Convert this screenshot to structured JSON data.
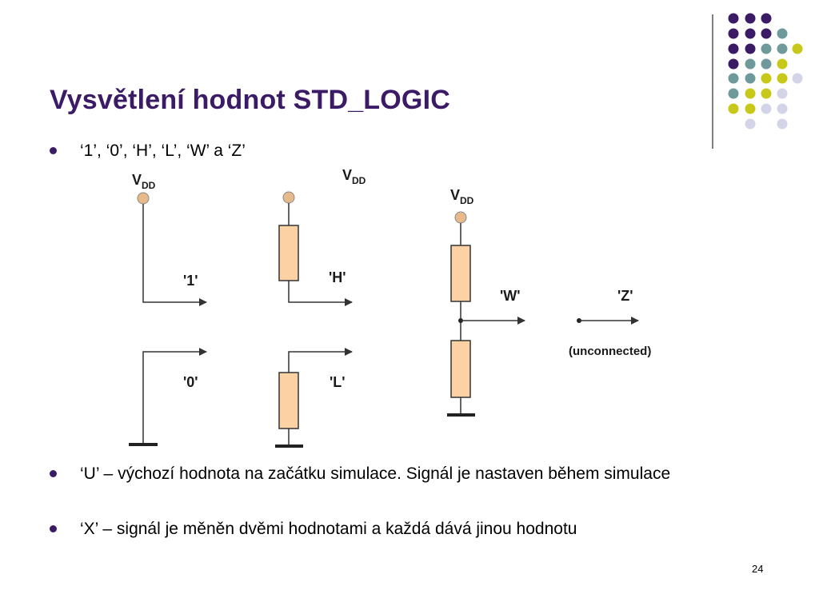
{
  "slide": {
    "title": "Vysvětlení hodnot STD_LOGIC",
    "page_number": "24"
  },
  "bullets": [
    "‘1’, ‘0’, ‘H’, ‘L’, ‘W’ a ‘Z’",
    "‘U’ – výchozí hodnota na začátku simulace. Signál je nastaven během simulace",
    "‘X’ – signál je měněn dvěmi hodnotami a každá dává jinou hodnotu"
  ],
  "diagram": {
    "vdd_main": "V",
    "vdd_sub": "DD",
    "label_1": "'1'",
    "label_h": "'H'",
    "label_0": "'0'",
    "label_l": "'L'",
    "label_w": "'W'",
    "label_z": "'Z'",
    "unconnected": "(unconnected)",
    "colors": {
      "resistor_fill": "#fcd1a4",
      "vdd_terminal": "#e8b98a",
      "wire": "#333333",
      "title": "#3b1a66"
    }
  },
  "decoration": {
    "dot_colors": {
      "purple": "#3b1a66",
      "teal": "#6e9a9c",
      "yellow": "#c8c81a",
      "lavender": "#d4d4e8"
    }
  }
}
